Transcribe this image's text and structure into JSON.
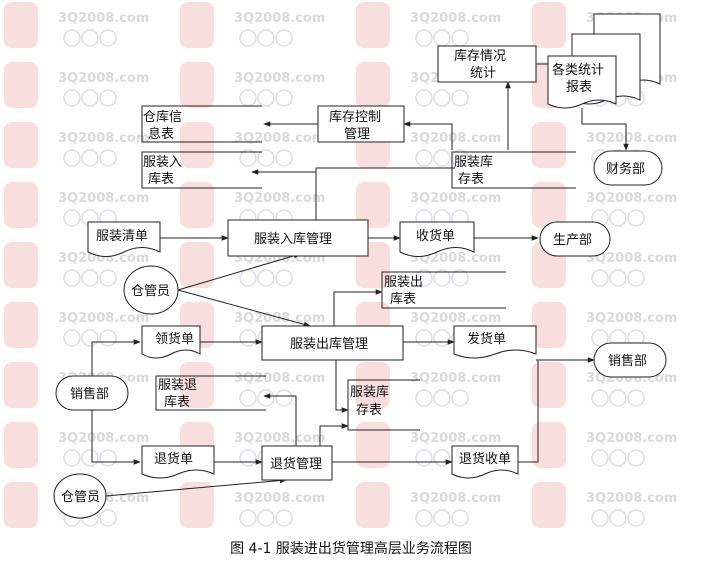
{
  "caption": "图 4-1 服装进出货管理高层业务流程图",
  "watermark": {
    "text": "3Q2008.com",
    "color": "#d9d9d9",
    "logo_color": "#f1b5b5"
  },
  "processes": {
    "storage_in": "服装入库管理",
    "storage_out": "服装出库管理",
    "return_mgmt": "退货管理",
    "inventory_control": [
      "库存控制",
      "管理"
    ],
    "inventory_stats": [
      "库存情况",
      "统计"
    ]
  },
  "documents": {
    "clothing_list": "服装清单",
    "receipt": "收货单",
    "requisition": "领货单",
    "delivery_note": "发货单",
    "return_note": "退货单",
    "return_receipt": "退货收单",
    "stat_reports": [
      "各类统计",
      "报表"
    ]
  },
  "stores": {
    "warehouse_info": [
      "仓库信",
      "息表"
    ],
    "clothing_in": [
      "服装入",
      "库表"
    ],
    "clothing_stock_top": [
      "服装库",
      "存表"
    ],
    "clothing_out": [
      "服装出",
      "库表"
    ],
    "clothing_return": [
      "服装退",
      "库表"
    ],
    "clothing_stock_bottom": [
      "服装库",
      "存表"
    ]
  },
  "entities": {
    "finance": "财务部",
    "production": "生产部",
    "keeper_top": "仓管员",
    "sales_left": "销售部",
    "sales_right": "销售部",
    "keeper_bottom": "仓管员"
  }
}
